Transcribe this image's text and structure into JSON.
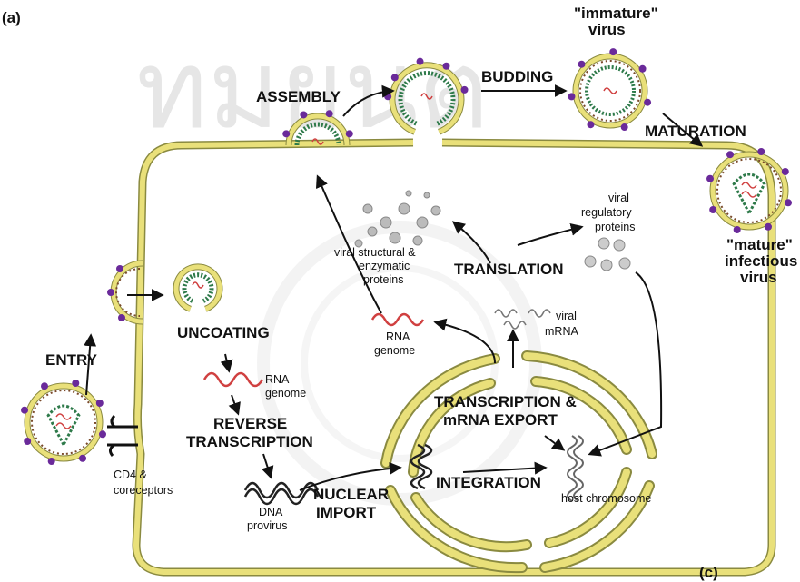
{
  "panel_labels": {
    "a": "(a)",
    "c": "(c)"
  },
  "watermark": "ทมยนต",
  "labels": {
    "immature_1": "\"immature\"",
    "immature_2": "virus",
    "assembly": "ASSEMBLY",
    "budding": "BUDDING",
    "maturation": "MATURATION",
    "mature_1": "\"mature\"",
    "mature_2": "infectious",
    "mature_3": "virus",
    "viral_reg_1": "viral",
    "viral_reg_2": "regulatory",
    "viral_reg_3": "proteins",
    "struct_1": "viral structural &",
    "struct_2": "enzymatic",
    "struct_3": "proteins",
    "translation": "TRANSLATION",
    "uncoating": "UNCOATING",
    "entry": "ENTRY",
    "rna_genome_top_1": "RNA",
    "rna_genome_top_2": "genome",
    "viral_mrna_1": "viral",
    "viral_mrna_2": "mRNA",
    "rna_genome_mid_1": "RNA",
    "rna_genome_mid_2": "genome",
    "reverse_1": "REVERSE",
    "reverse_2": "TRANSCRIPTION",
    "transcription_1": "TRANSCRIPTION &",
    "transcription_2": "mRNA EXPORT",
    "cd4_1": "CD4 &",
    "cd4_2": "coreceptors",
    "nuclear_1": "NUCLEAR",
    "nuclear_2": "IMPORT",
    "dna_1": "DNA",
    "dna_2": "provirus",
    "integration": "INTEGRATION",
    "host_chromosome": "host chromosome"
  },
  "colors": {
    "membrane": "#e9e07a",
    "membrane_edge": "#8a8a40",
    "spike": "#6a2a9a",
    "capsid": "#2e7a4a",
    "rna": "#d04040",
    "arrow": "#111111"
  }
}
